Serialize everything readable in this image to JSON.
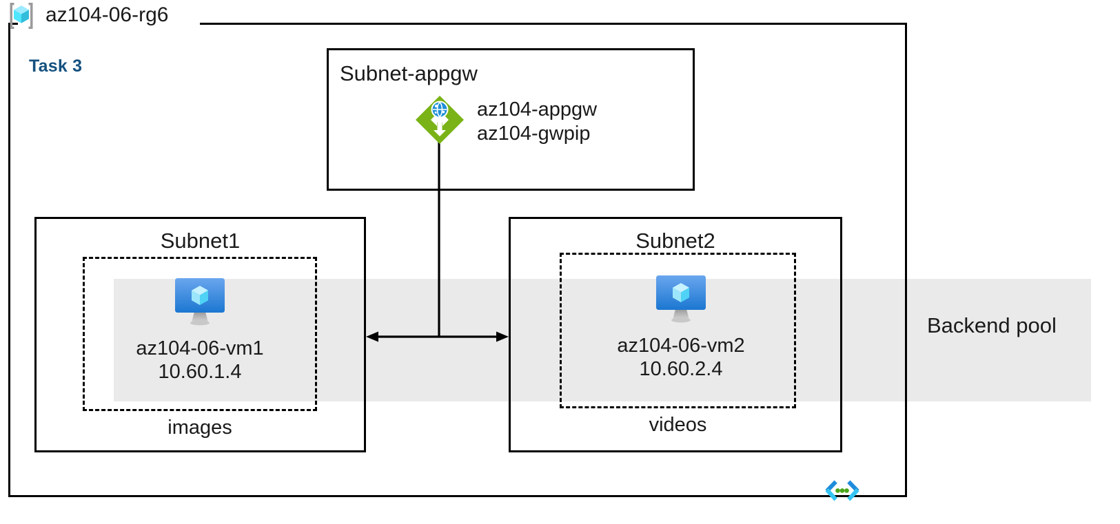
{
  "diagram": {
    "resource_group": {
      "name": "az104-06-rg6",
      "icon": "resource-group-cube-icon"
    },
    "task_label": "Task 3",
    "backend_pool": {
      "label": "Backend pool",
      "band_color": "#eaeaea"
    },
    "subnets": [
      {
        "id": "subnet-appgw",
        "title": "Subnet-appgw",
        "resource": {
          "icon": "application-gateway-icon",
          "name": "az104-appgw",
          "public_ip": "az104-gwpip"
        }
      },
      {
        "id": "subnet1",
        "title": "Subnet1",
        "caption": "images",
        "vm": {
          "icon": "virtual-machine-icon",
          "name": "az104-06-vm1",
          "ip": "10.60.1.4"
        }
      },
      {
        "id": "subnet2",
        "title": "Subnet2",
        "caption": "videos",
        "vm": {
          "icon": "virtual-machine-icon",
          "name": "az104-06-vm2",
          "ip": "10.60.2.4"
        }
      }
    ],
    "footer_glyph": "code-brackets-icon",
    "colors": {
      "task_blue": "#15517f",
      "appgw_green": "#7ab317",
      "vm_blue": "#2f8fe0",
      "cube_cyan": "#50e6ff",
      "band_gray": "#eaeaea",
      "stroke_black": "#000000",
      "glyph_blue": "#1f8cdb",
      "glyph_cyan": "#35c5f2",
      "glyph_green": "#4aa61a"
    }
  }
}
